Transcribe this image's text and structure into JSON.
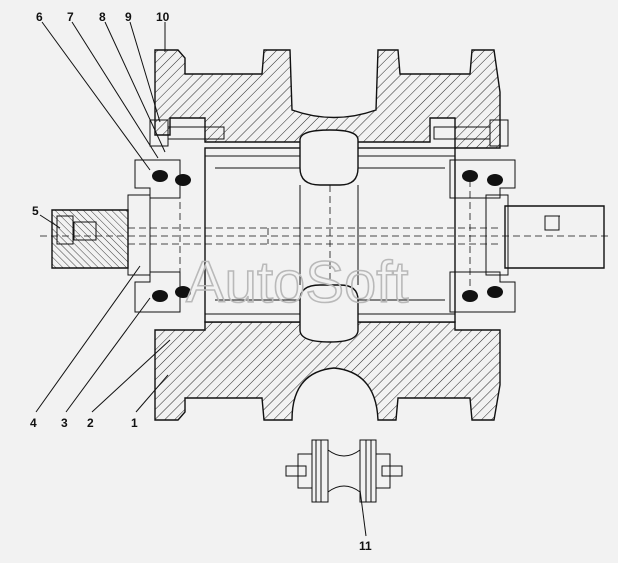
{
  "watermark": "AutoSoft",
  "callouts": [
    "1",
    "2",
    "3",
    "4",
    "5",
    "6",
    "7",
    "8",
    "9",
    "10",
    "11"
  ],
  "colors": {
    "background": "#f2f2f2",
    "line": "#111111",
    "watermark": "#b9b9b9"
  }
}
